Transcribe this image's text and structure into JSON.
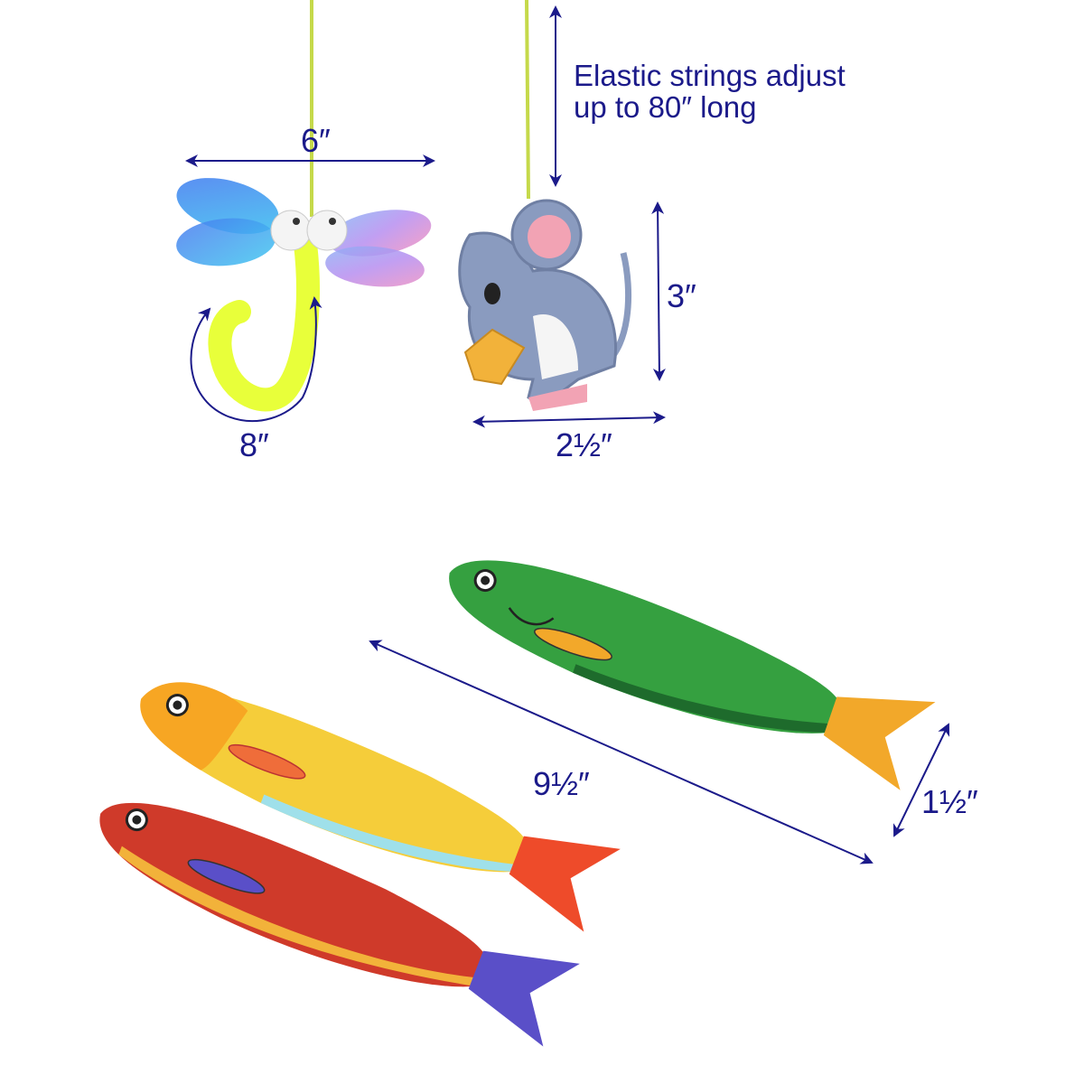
{
  "callout": {
    "line1": "Elastic strings adjust",
    "line2": "up to 80″ long"
  },
  "dimensions": {
    "dragonfly_width": "6″",
    "dragonfly_tail": "8″",
    "mouse_height": "3″",
    "mouse_width": "2½″",
    "fish_length": "9½″",
    "fish_width": "1½″"
  },
  "colors": {
    "annotation": "#1b1a8a",
    "string": "#c5d94a",
    "green_fish": "#2f9a3a",
    "yellow_fish": "#f2c531",
    "red_fish": "#cf3a2a",
    "mouse": "#8a9bbf"
  }
}
